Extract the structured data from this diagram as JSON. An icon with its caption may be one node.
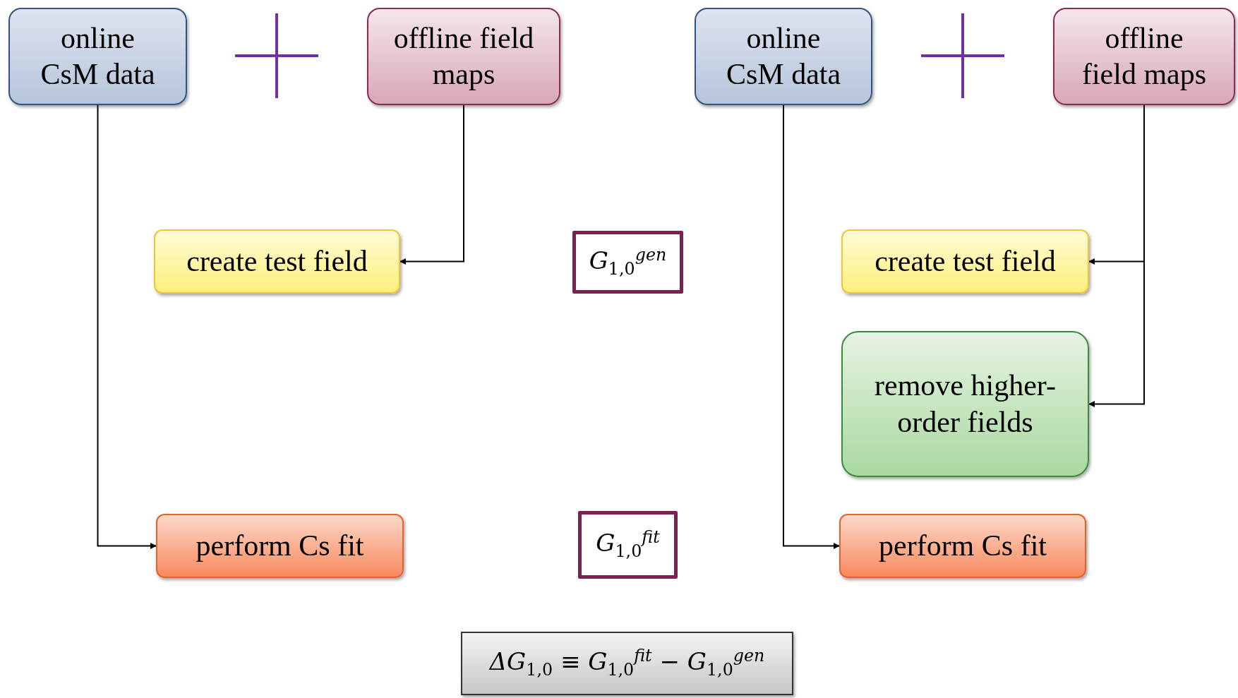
{
  "diagram": {
    "nodes": [
      {
        "text": [
          "online CsM data"
        ]
      },
      {
        "text": [
          "offline field maps"
        ]
      },
      {
        "text": [
          "online CsM data"
        ]
      },
      {
        "text": [
          "offline field maps"
        ]
      },
      {
        "text": [
          "create test field"
        ]
      },
      {
        "text": [
          "G$_{1,0}$$^{gen}$"
        ]
      },
      {
        "text": [
          "create test field"
        ]
      },
      {
        "text": [
          "remove higher-order fields"
        ]
      },
      {
        "text": [
          "perform Cs fit"
        ]
      },
      {
        "text": [
          "G$_{1,0}$$^{fit}$"
        ]
      },
      {
        "text": [
          "perform Cs fit"
        ]
      },
      {
        "text": [
          "ΔG$_{1,0}$ ≡ G$_{1,0}$$^{fit}$ − G$_{1,0}$$^{gen}$"
        ]
      }
    ],
    "edges": [
      {
        "from": 0,
        "to": 8,
        "arrow": "to"
      },
      {
        "from": 1,
        "to": 4,
        "arrow": "to"
      },
      {
        "from": 2,
        "to": 10,
        "arrow": "to"
      },
      {
        "from": 3,
        "to": 6,
        "arrow": "to"
      },
      {
        "from": 3,
        "to": 7,
        "arrow": "to"
      }
    ]
  }
}
